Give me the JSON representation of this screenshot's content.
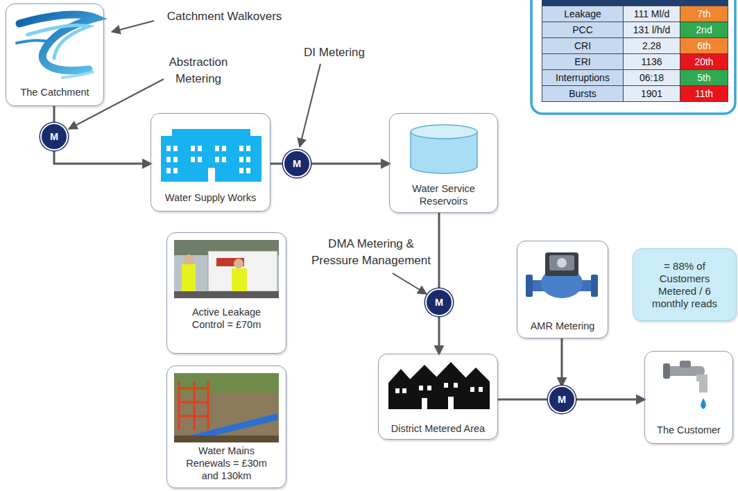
{
  "diagram": {
    "nodes": [
      {
        "text": [
          "The Catchment"
        ]
      },
      {
        "text": [
          "M"
        ]
      },
      {
        "text": [
          "Water Supply Works"
        ]
      },
      {
        "text": [
          "M"
        ]
      },
      {
        "text": [
          "Water Service Reservoirs"
        ]
      },
      {
        "text": [
          "Active Leakage Control = £70m"
        ]
      },
      {
        "text": [
          "M"
        ]
      },
      {
        "text": [
          "AMR Metering"
        ]
      },
      {
        "text": [
          "= 88% of Customers Metered / 6 monthly reads"
        ]
      },
      {
        "text": [
          "Water Mains Renewals = £30m and 130km"
        ]
      },
      {
        "text": [
          "District Metered Area"
        ]
      },
      {
        "text": [
          "M"
        ]
      },
      {
        "text": [
          "The Customer"
        ]
      }
    ],
    "edges": [
      {
        "from": 0,
        "to": 1,
        "arrow": "none"
      },
      {
        "from": 1,
        "to": 2,
        "arrow": "to"
      },
      {
        "from": 2,
        "to": 3,
        "arrow": "none"
      },
      {
        "from": 3,
        "to": 4,
        "arrow": "to"
      },
      {
        "from": 4,
        "to": 6,
        "arrow": "none"
      },
      {
        "from": 6,
        "to": 10,
        "arrow": "to"
      },
      {
        "from": 10,
        "to": 11,
        "arrow": "none"
      },
      {
        "from": 11,
        "to": 12,
        "arrow": "to"
      },
      {
        "from": 7,
        "to": 11,
        "arrow": "to"
      }
    ],
    "labels": [
      "Catchment Walkovers",
      "Abstraction Metering",
      "DI Metering",
      "DMA Metering & Pressure Management",
      "Leakage",
      "111 Ml/d",
      "7th",
      "PCC",
      "131 l/h/d",
      "2nd",
      "CRI",
      "2.28",
      "6th",
      "ERI",
      "1136",
      "20th",
      "Interruptions",
      "06:18",
      "5th",
      "Bursts",
      "1901",
      "11th"
    ]
  }
}
